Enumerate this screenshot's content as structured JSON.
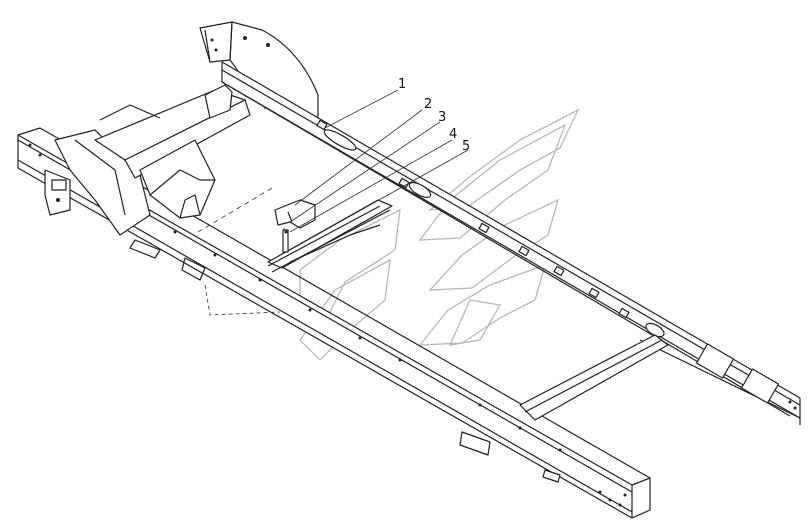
{
  "diagram": {
    "callouts": [
      {
        "label": "1"
      },
      {
        "label": "2"
      },
      {
        "label": "3"
      },
      {
        "label": "4"
      },
      {
        "label": "5"
      }
    ]
  }
}
